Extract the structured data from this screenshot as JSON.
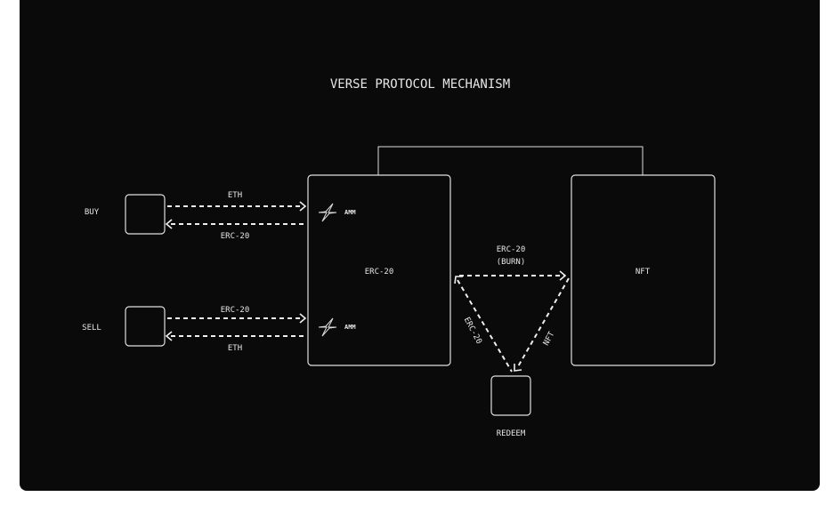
{
  "title": "VERSE PROTOCOL MECHANISM",
  "nodes": {
    "buy": "BUY",
    "sell": "SELL",
    "erc20": "ERC-20",
    "nft": "NFT",
    "redeem": "REDEEM",
    "amm_top": "AMM",
    "amm_bottom": "AMM"
  },
  "edges": {
    "buy_in": "ETH",
    "buy_out": "ERC-20",
    "sell_in": "ERC-20",
    "sell_out": "ETH",
    "burn_line1": "ERC-20",
    "burn_line2": "(BURN)",
    "redeem_erc20": "ERC-20",
    "redeem_nft": "NFT"
  },
  "colors": {
    "background": "#0a0a0a",
    "stroke": "#e6e6e6"
  }
}
